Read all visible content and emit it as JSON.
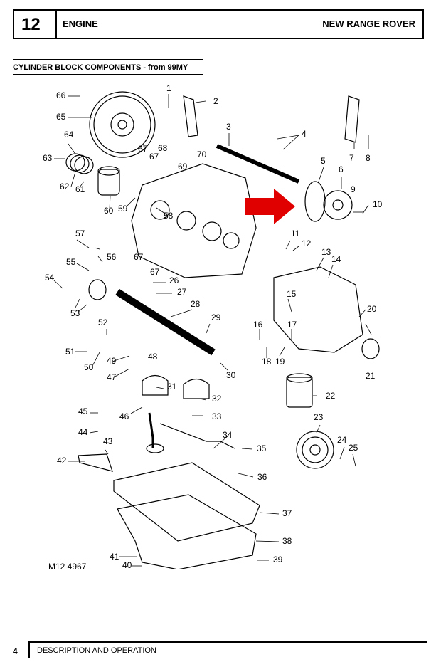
{
  "header": {
    "section_number": "12",
    "section_title": "ENGINE",
    "product": "NEW RANGE ROVER"
  },
  "subtitle": "CYLINDER BLOCK COMPONENTS - from 99MY",
  "diagram": {
    "callouts": [
      "1",
      "2",
      "3",
      "4",
      "5",
      "6",
      "7",
      "8",
      "9",
      "10",
      "11",
      "12",
      "13",
      "14",
      "15",
      "16",
      "17",
      "18",
      "19",
      "20",
      "21",
      "22",
      "23",
      "24",
      "25",
      "26",
      "27",
      "28",
      "29",
      "30",
      "31",
      "32",
      "33",
      "34",
      "35",
      "36",
      "37",
      "38",
      "39",
      "40",
      "41",
      "42",
      "43",
      "44",
      "45",
      "46",
      "47",
      "48",
      "49",
      "50",
      "51",
      "52",
      "53",
      "54",
      "55",
      "56",
      "57",
      "58",
      "59",
      "60",
      "61",
      "62",
      "63",
      "64",
      "65",
      "66",
      "67",
      "67",
      "67",
      "67",
      "68",
      "69",
      "70"
    ],
    "reference": "M12 4967",
    "arrow_color": "#e00000"
  },
  "footer": {
    "page_number": "4",
    "section_label": "DESCRIPTION AND OPERATION"
  }
}
